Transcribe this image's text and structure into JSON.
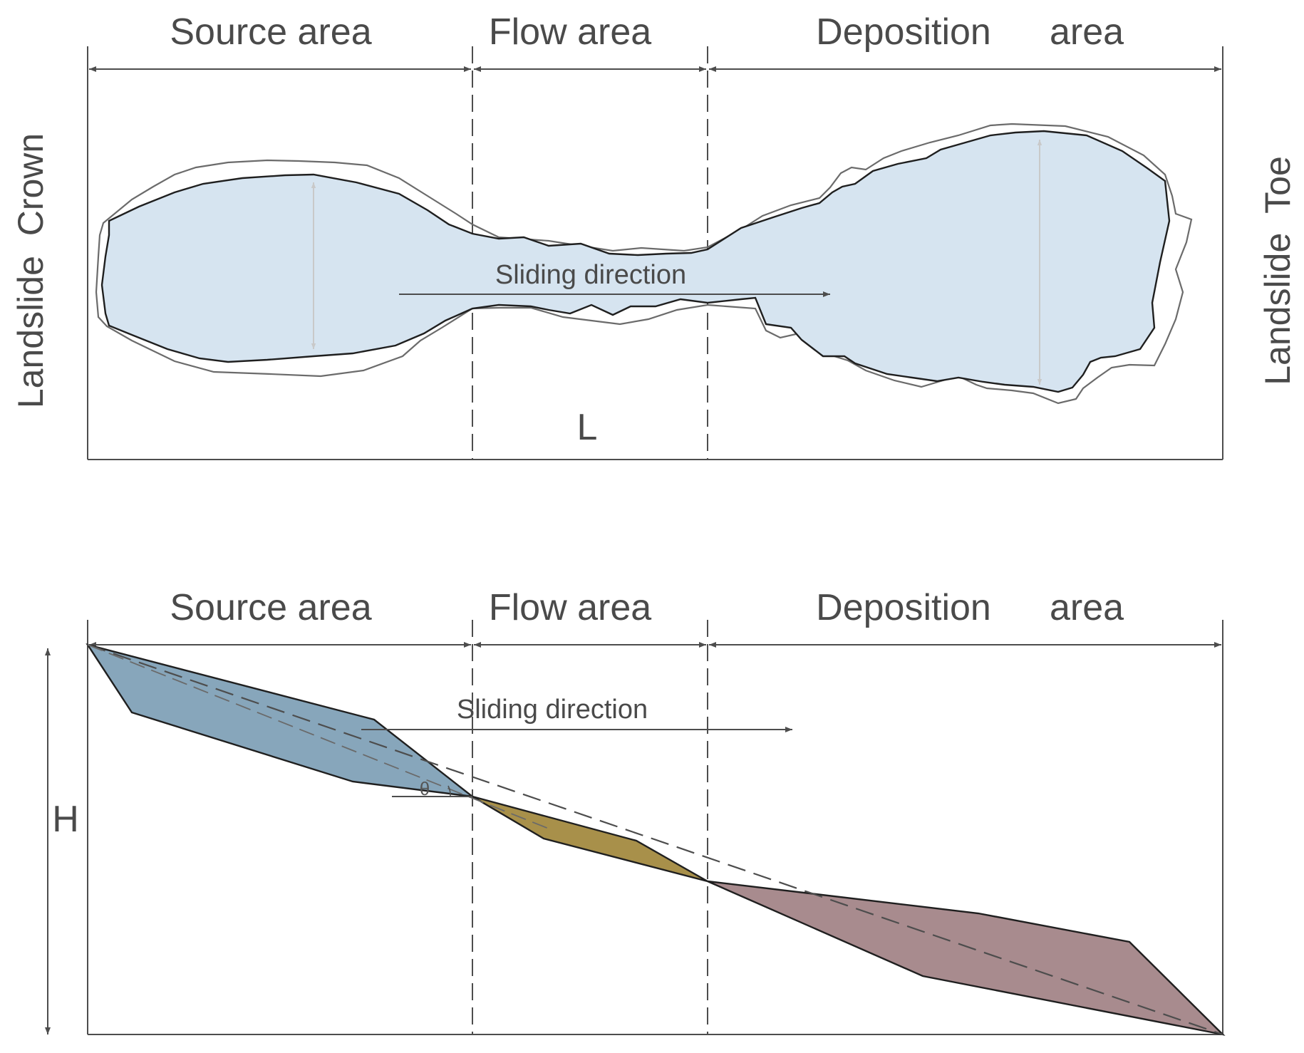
{
  "plan_view": {
    "zones": {
      "source": "Source area",
      "flow": "Flow area",
      "deposition_word1": "Deposition",
      "deposition_word2": "area"
    },
    "left_label": "Landslide  Crown",
    "right_label": "Landslide  Toe",
    "direction_label": "Sliding direction",
    "length_label": "L"
  },
  "profile_view": {
    "zones": {
      "source": "Source area",
      "flow": "Flow area",
      "deposition_word1": "Deposition",
      "deposition_word2": "area"
    },
    "direction_label": "Sliding direction",
    "height_label": "H",
    "angle_label": "θ"
  },
  "colors": {
    "line": "#4d4d4d",
    "plan_fill": "#d6e4f0",
    "source_fill": "#87a6bb",
    "flow_fill": "#a8904a",
    "deposition_fill": "#a88b8e"
  }
}
